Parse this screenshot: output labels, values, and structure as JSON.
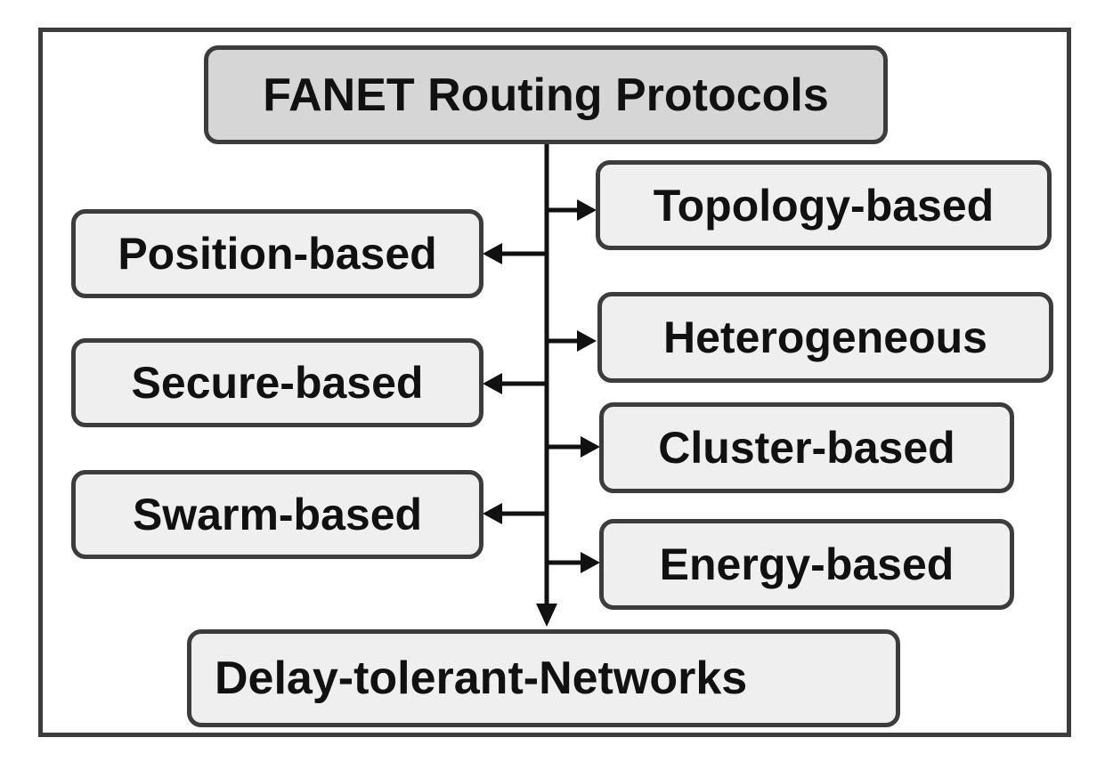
{
  "diagram": {
    "root": {
      "label": "FANET Routing Protocols"
    },
    "left_children": [
      {
        "label": "Position-based"
      },
      {
        "label": "Secure-based"
      },
      {
        "label": "Swarm-based"
      }
    ],
    "right_children": [
      {
        "label": "Topology-based"
      },
      {
        "label": "Heterogeneous"
      },
      {
        "label": "Cluster-based"
      },
      {
        "label": "Energy-based"
      }
    ],
    "bottom_child": {
      "label": "Delay-tolerant-Networks"
    },
    "colors": {
      "root_fill": "#d6d6d6",
      "node_fill": "#efefef",
      "border": "#3c3c3c",
      "line": "#111111"
    }
  }
}
